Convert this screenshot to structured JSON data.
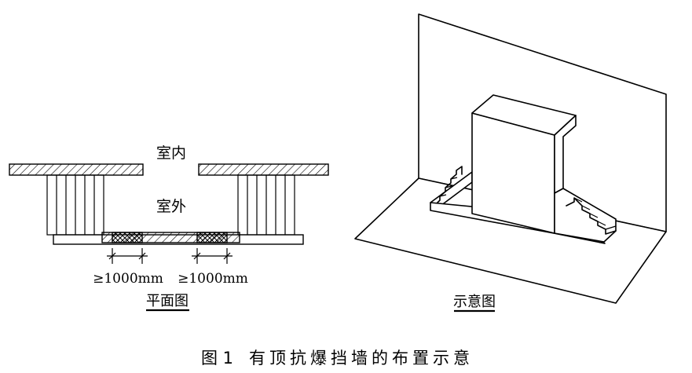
{
  "plan": {
    "label_indoor": "室内",
    "label_outdoor": "室外",
    "dim_left": "≥1000mm",
    "dim_right": "≥1000mm",
    "caption": "平面图"
  },
  "perspective": {
    "caption": "示意图"
  },
  "figure": {
    "number": "图 1",
    "title": "有顶抗爆挡墙的布置示意"
  }
}
